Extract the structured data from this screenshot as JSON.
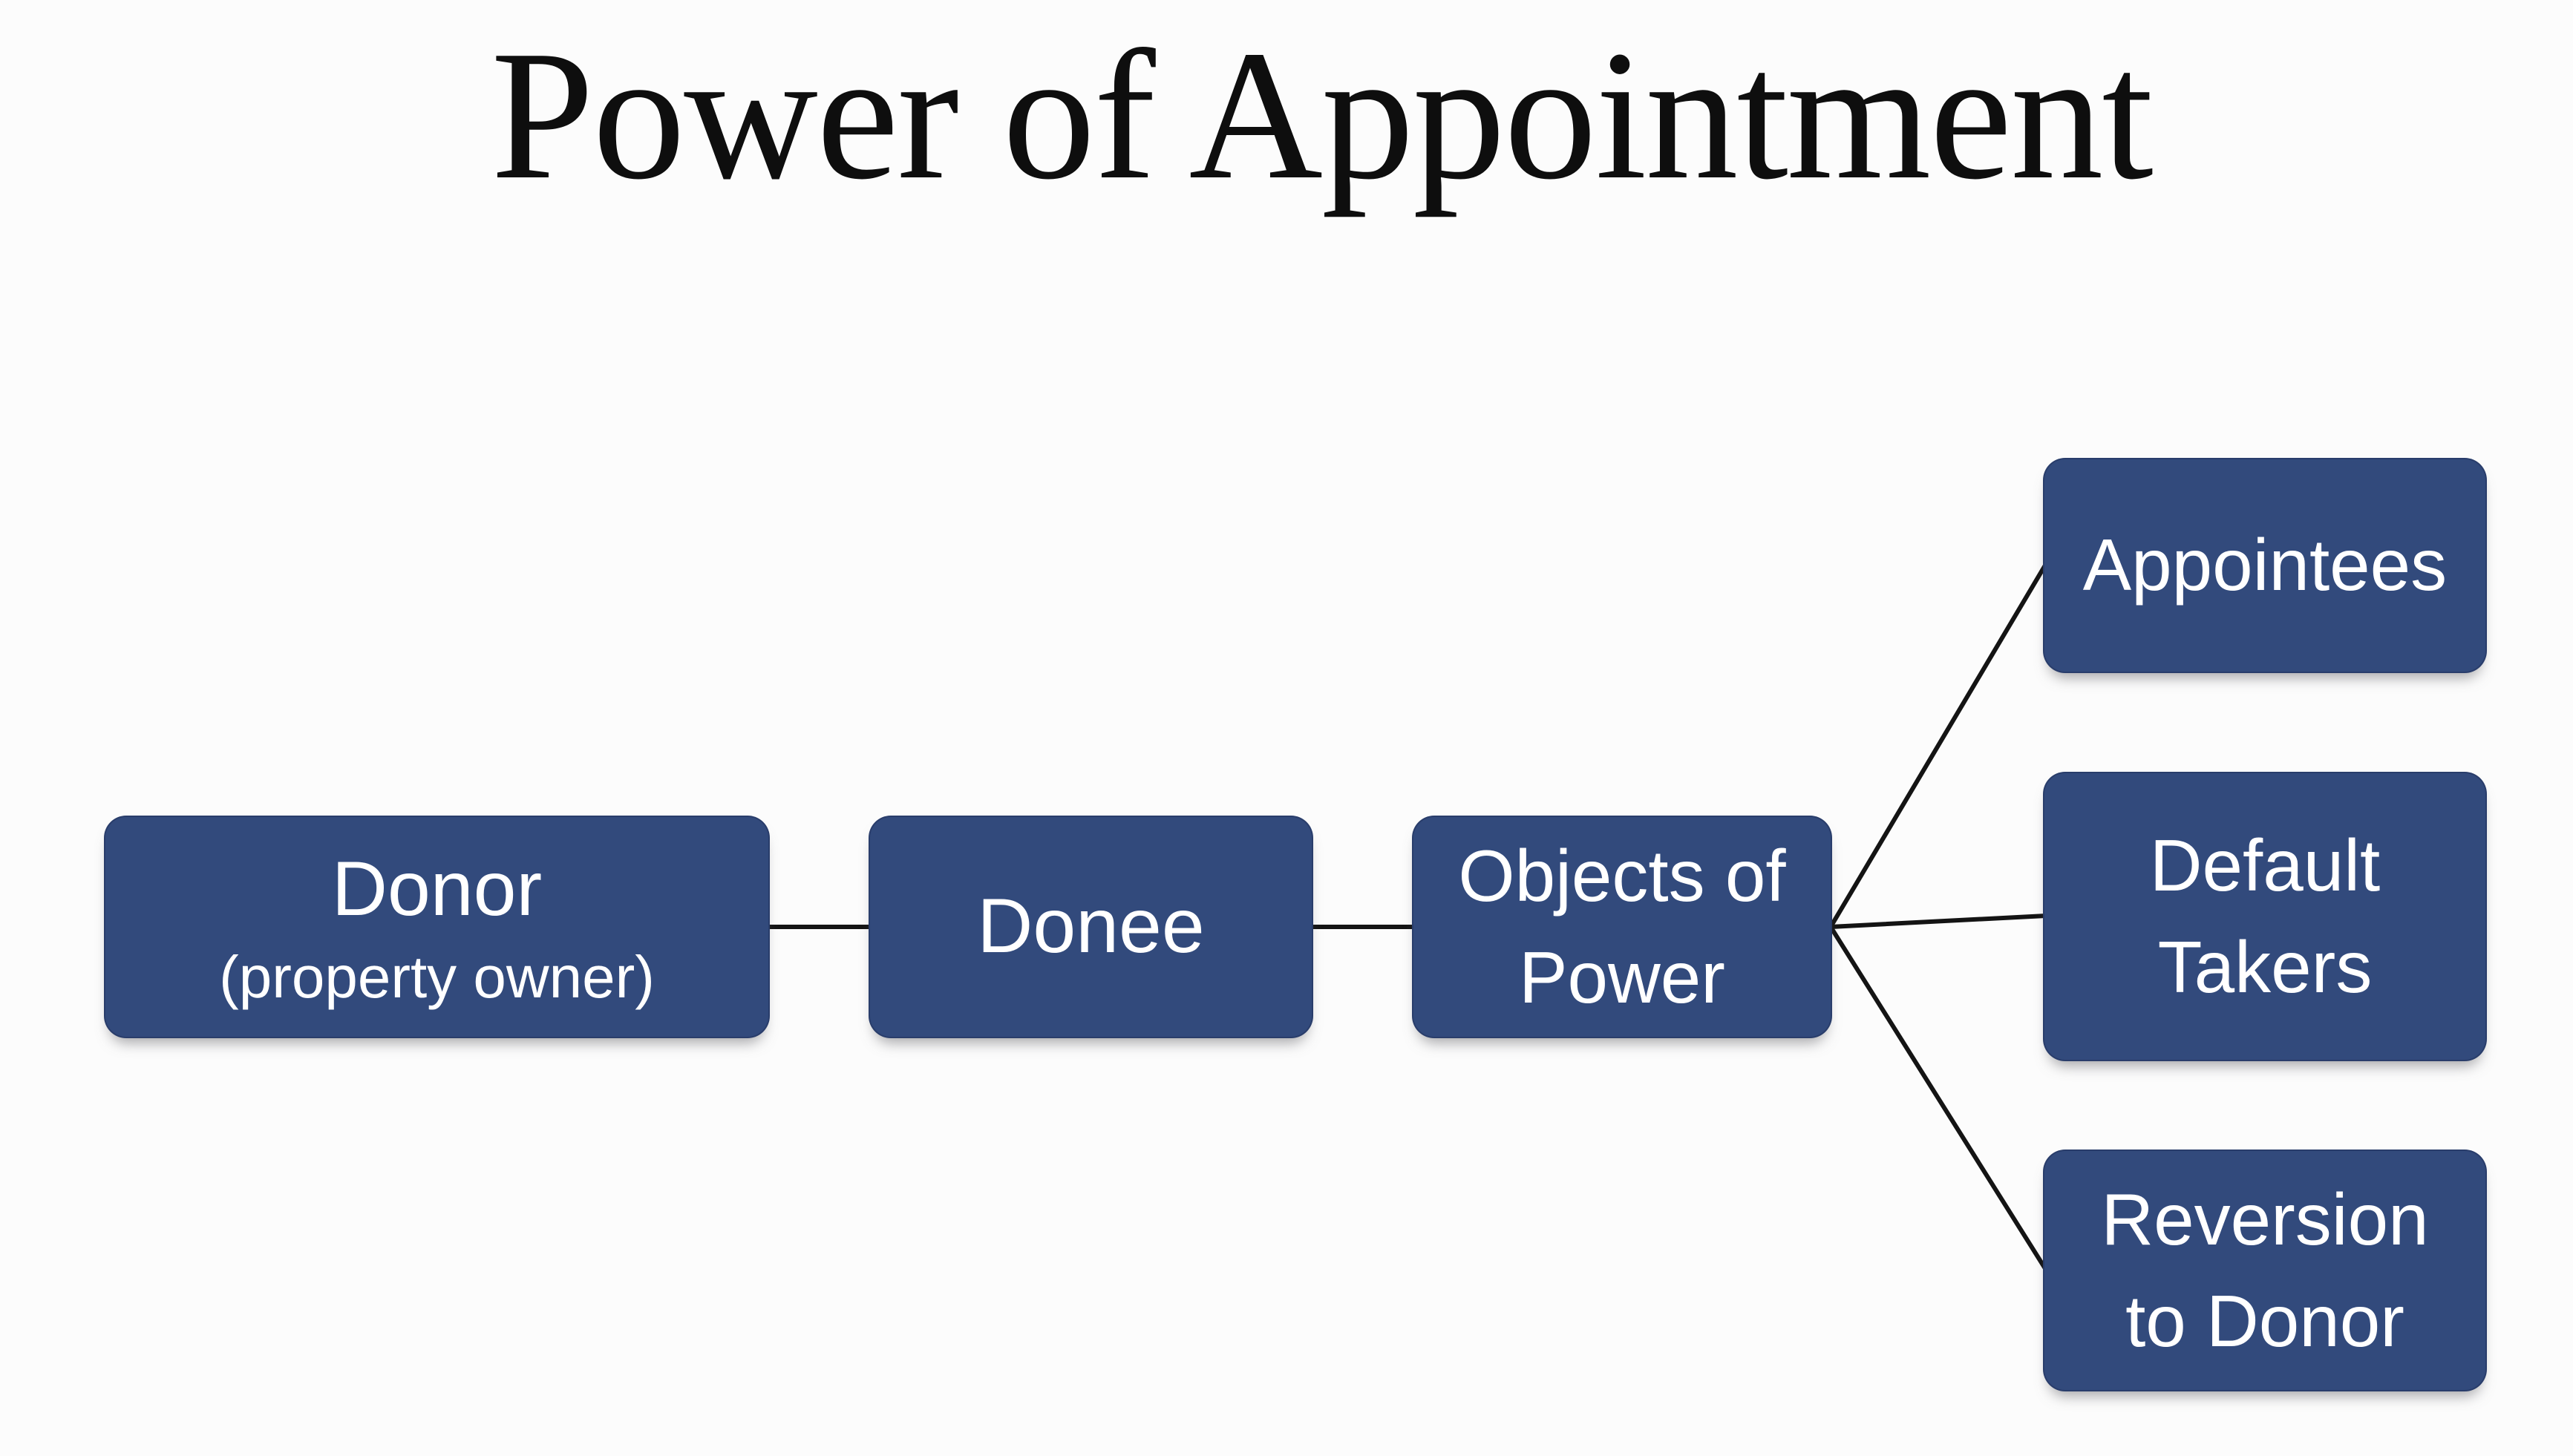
{
  "title": "Power of Appointment",
  "colors": {
    "background": "#fcfcfc",
    "box_fill": "#324a7c",
    "box_text": "#ffffff",
    "connector": "#141414",
    "title_color": "#0e0e0e"
  },
  "diagram": {
    "nodes": [
      {
        "id": "donor",
        "lines": [
          "Donor",
          "(property owner)"
        ]
      },
      {
        "id": "donee",
        "lines": [
          "Donee"
        ]
      },
      {
        "id": "objects-of-power",
        "lines": [
          "Objects of",
          "Power"
        ]
      },
      {
        "id": "appointees",
        "lines": [
          "Appointees"
        ]
      },
      {
        "id": "default-takers",
        "lines": [
          "Default",
          "Takers"
        ]
      },
      {
        "id": "reversion-to-donor",
        "lines": [
          "Reversion",
          "to Donor"
        ]
      }
    ],
    "edges": [
      {
        "from": "donor",
        "to": "donee"
      },
      {
        "from": "donee",
        "to": "objects-of-power"
      },
      {
        "from": "objects-of-power",
        "to": "appointees"
      },
      {
        "from": "objects-of-power",
        "to": "default-takers"
      },
      {
        "from": "objects-of-power",
        "to": "reversion-to-donor"
      }
    ]
  }
}
